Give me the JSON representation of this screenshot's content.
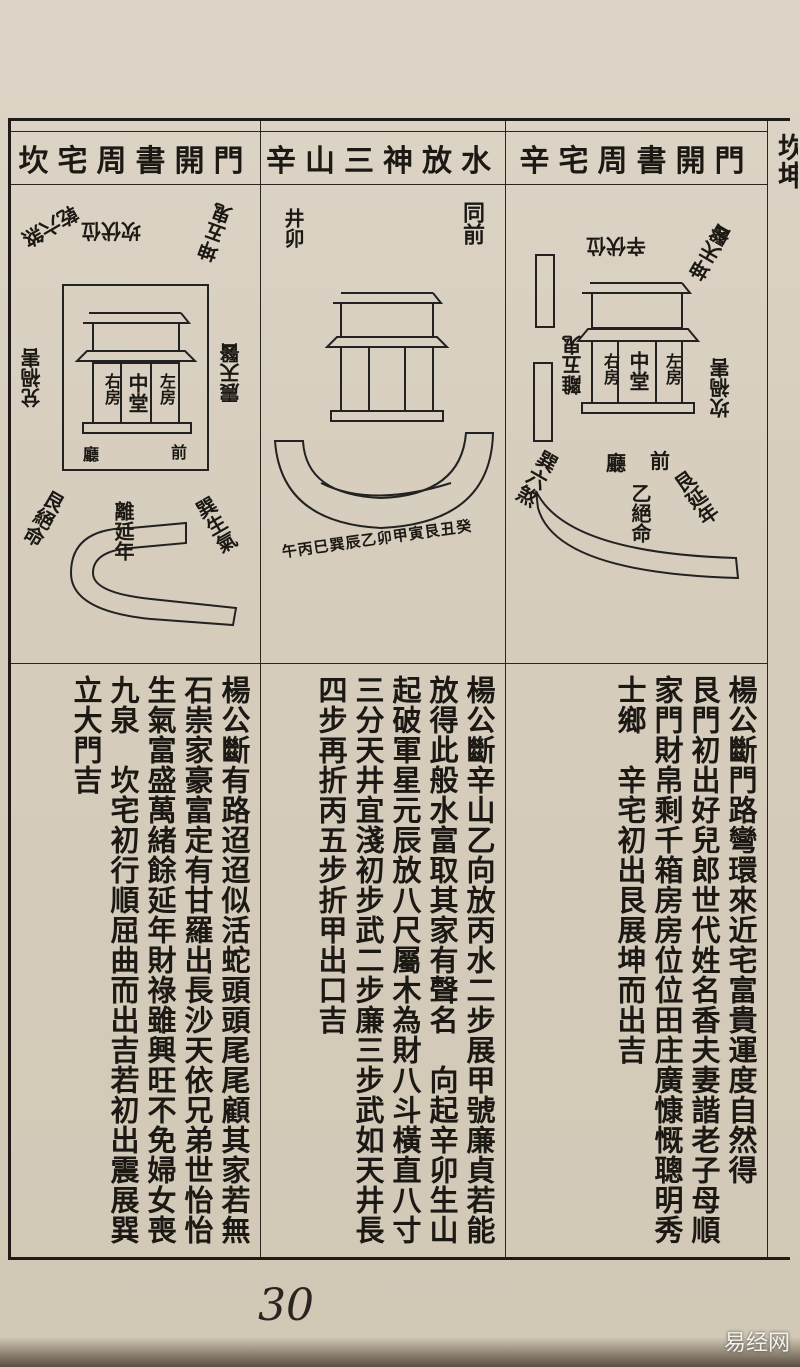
{
  "headers": {
    "right": "辛宅周書開門",
    "middle": "辛山三神放水",
    "left": "坎宅周書開門",
    "edge": "坎坤"
  },
  "diagrams": {
    "right": {
      "labels": [
        "中堂",
        "右房",
        "左房",
        "前",
        "廳",
        "乙絕命",
        "艮延年",
        "巽六煞",
        "坎禍害",
        "辛伏位",
        "離五鬼",
        "坤天醫"
      ]
    },
    "middle": {
      "note_right": "同前",
      "note_left": "井卯",
      "arc": "午丙巳巽辰乙卯甲寅艮丑癸"
    },
    "left": {
      "labels": [
        "中堂",
        "右房",
        "左房",
        "前",
        "廳",
        "坎伏位",
        "乾六煞",
        "坤五鬼",
        "震天醫",
        "兌禍害",
        "巽生氣",
        "艮絕命",
        "離延年"
      ]
    }
  },
  "passages": {
    "right": [
      "楊公斷門路彎環來近宅富貴運度自然得",
      "艮門初出好兒郎世代姓名香夫妻諧老子母順",
      "家門財帛剩千箱房房位位田庄廣慷慨聰明秀",
      "士鄉　辛宅初出艮展坤而出吉"
    ],
    "middle": [
      "楊公斷辛山乙向放丙水二步展甲號廉貞若能",
      "放得此般水富取其家有聲名　向起辛卯生山",
      "起破軍星元辰放八尺屬木為財八斗橫直八寸",
      "三分天井宜淺初步武二步廉三步武如天井長",
      "四步再折丙五步折甲出口吉"
    ],
    "left": [
      "楊公斷有路迢迢似活蛇頭頭尾尾顧其家若無",
      "石崇家豪富定有甘羅出長沙天依兄弟世怡怡",
      "生氣富盛萬緒餘延年財祿雖興旺不免婦女喪",
      "九泉　坎宅初行順屈曲而出吉若初出震展巽",
      "立大門吉"
    ]
  },
  "page_number": "30",
  "watermark": "易经网"
}
